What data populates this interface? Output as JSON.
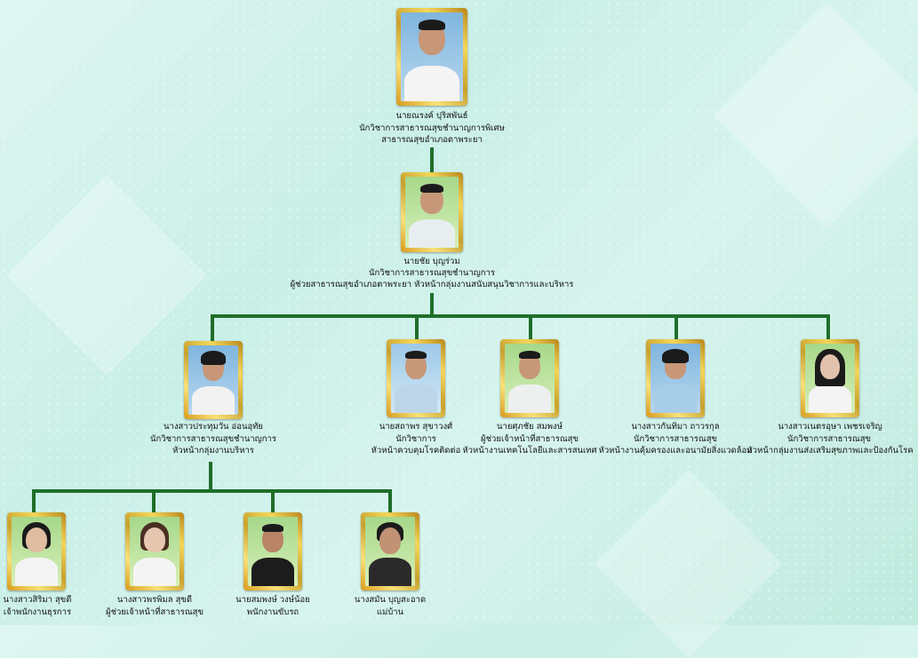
{
  "people": {
    "director": {
      "name": "นายณรงค์ ปุริสพันธ์",
      "position": "นักวิชาการสาธารณสุขชำนาญการพิเศษ",
      "role": "สาธารณสุขอำเภอดาพระยา"
    },
    "deputy": {
      "name": "นายชัย บุญร่วม",
      "position": "นักวิชาการสาธารณสุขชำนาญการ",
      "role": "ผู้ช่วยสาธารณสุขอำเภอตาพระยา หัวหน้ากลุ่มงานสนับสนุนวิชาการและบริหาร"
    },
    "admin_head": {
      "name": "นางสาวประทุมวัน อ่อนอุทัย",
      "position": "นักวิชาการสาธารณสุขชำนาญการ",
      "role": "หัวหน้ากลุ่มงานบริหาร"
    },
    "disease_control": {
      "name": "นายสถาพร สุขาวงศ์",
      "position": "นักวิชาการ",
      "role": "หัวหน้าควบคุมโรคติดต่อ"
    },
    "tech_info": {
      "name": "นายศุภชัย สมพงษ์",
      "position": "ผู้ช่วยเจ้าหน้าที่สาธารณสุข",
      "role": "หัวหน้างานเทคโนโลยีและสารสนเทศ"
    },
    "consumer": {
      "name": "นางสาวกันทิมา ถาวรกุล",
      "position": "นักวิชาการสาธารณสุข",
      "role": "หัวหน้างานคุ้มครองและอนามัยสิ่งแวดล้อม"
    },
    "health_promo": {
      "name": "นางสาวเนตรอุษา เพชรเจริญ",
      "position": "นักวิชาการสาธารณสุข",
      "role": "หัวหน้ากลุ่มงานส่งเสริมสุขภาพและป้องกันโรค"
    },
    "staff1": {
      "name": "นางสาวสิริมา สุขดี",
      "role": "เจ้าพนักงานธุรการ"
    },
    "staff2": {
      "name": "นางสาวพรพิมล สุขดี",
      "role": "ผู้ช่วยเจ้าหน้าที่สาธารณสุข"
    },
    "staff3": {
      "name": "นายสมพงษ์ วงษ์น้อย",
      "role": "พนักงานขับรถ"
    },
    "staff4": {
      "name": "นางสมัน บุญสะอาด",
      "role": "แม่บ้าน"
    }
  },
  "colors": {
    "connector": "#1f6e2a",
    "frame_gold": "#d9a52a",
    "background": "#cdeee6"
  }
}
